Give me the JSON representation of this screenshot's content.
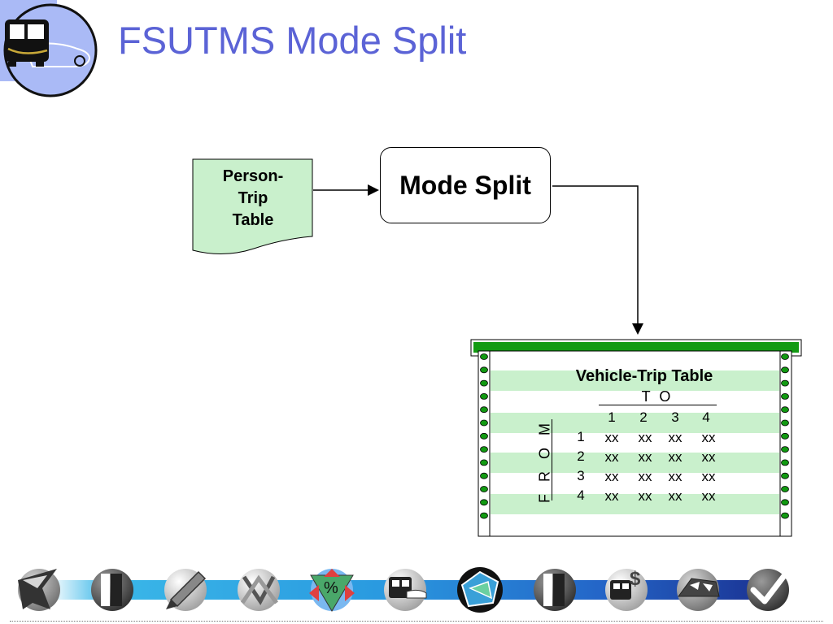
{
  "title": "FSUTMS Mode Split",
  "logo": {
    "icon": "bus-car-icon",
    "circle_color": "#aabaf6",
    "ring_color": "#6a7ad8"
  },
  "diagram": {
    "input_doc": {
      "lines": [
        "Person-",
        "Trip",
        "Table"
      ],
      "fill": "#c9f0cc"
    },
    "process": {
      "label": "Mode Split"
    },
    "output": {
      "title": "Vehicle-Trip Table",
      "to_label": "T O",
      "from_label": "F R O M",
      "columns": [
        "1",
        "2",
        "3",
        "4"
      ],
      "rows": [
        {
          "id": "1",
          "cells": [
            "xx",
            "xx",
            "xx",
            "xx"
          ]
        },
        {
          "id": "2",
          "cells": [
            "xx",
            "xx",
            "xx",
            "xx"
          ]
        },
        {
          "id": "3",
          "cells": [
            "xx",
            "xx",
            "xx",
            "xx"
          ]
        },
        {
          "id": "4",
          "cells": [
            "xx",
            "xx",
            "xx",
            "xx"
          ]
        }
      ],
      "stripe_color": "#c9f0cc",
      "bar_color": "#129a12"
    }
  },
  "navbar": {
    "icons": [
      "arrow-shape-icon",
      "book-icon",
      "pencil-icon",
      "shuffle-arrows-icon",
      "percent-icon",
      "bus-icon",
      "network-map-icon",
      "book-icon",
      "bus-dollar-icon",
      "car-icon",
      "checkmark-icon"
    ],
    "percent_label": "%",
    "dollar_label": "$"
  }
}
